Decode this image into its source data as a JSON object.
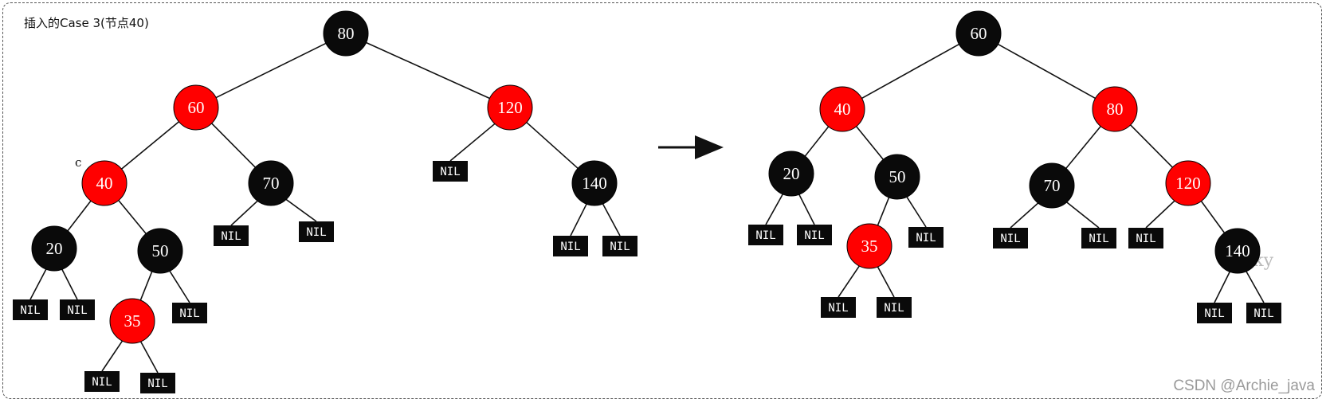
{
  "caption": "插入的Case 3(节点40)",
  "watermark": "CSDN @Archie_java",
  "sky_mark": "sky",
  "c_mark": "c",
  "nil_label": "NIL",
  "colors": {
    "red": "#ff0000",
    "black": "#0a0a0a",
    "edge": "#111111",
    "nil": "#0a0a0a"
  },
  "trees": [
    {
      "name": "before",
      "nodes": [
        {
          "id": "b80",
          "label": "80",
          "color": "black",
          "parent": null
        },
        {
          "id": "b60",
          "label": "60",
          "color": "red",
          "parent": "b80"
        },
        {
          "id": "b120",
          "label": "120",
          "color": "red",
          "parent": "b80"
        },
        {
          "id": "b40",
          "label": "40",
          "color": "red",
          "parent": "b60"
        },
        {
          "id": "b70",
          "label": "70",
          "color": "black",
          "parent": "b60"
        },
        {
          "id": "b20",
          "label": "20",
          "color": "black",
          "parent": "b40"
        },
        {
          "id": "b50",
          "label": "50",
          "color": "black",
          "parent": "b40"
        },
        {
          "id": "b35",
          "label": "35",
          "color": "red",
          "parent": "b50"
        },
        {
          "id": "b140",
          "label": "140",
          "color": "black",
          "parent": "b120"
        },
        {
          "id": "bn1",
          "nil": true,
          "parent": "b20"
        },
        {
          "id": "bn2",
          "nil": true,
          "parent": "b20"
        },
        {
          "id": "bn3",
          "nil": true,
          "parent": "b35"
        },
        {
          "id": "bn4",
          "nil": true,
          "parent": "b35"
        },
        {
          "id": "bn5",
          "nil": true,
          "parent": "b50"
        },
        {
          "id": "bn6",
          "nil": true,
          "parent": "b70"
        },
        {
          "id": "bn7",
          "nil": true,
          "parent": "b70"
        },
        {
          "id": "bn8",
          "nil": true,
          "parent": "b120"
        },
        {
          "id": "bn9",
          "nil": true,
          "parent": "b140"
        },
        {
          "id": "bn10",
          "nil": true,
          "parent": "b140"
        }
      ]
    },
    {
      "name": "after",
      "nodes": [
        {
          "id": "a60",
          "label": "60",
          "color": "black",
          "parent": null
        },
        {
          "id": "a40",
          "label": "40",
          "color": "red",
          "parent": "a60"
        },
        {
          "id": "a80",
          "label": "80",
          "color": "red",
          "parent": "a60"
        },
        {
          "id": "a20",
          "label": "20",
          "color": "black",
          "parent": "a40"
        },
        {
          "id": "a50",
          "label": "50",
          "color": "black",
          "parent": "a40"
        },
        {
          "id": "a35",
          "label": "35",
          "color": "red",
          "parent": "a50"
        },
        {
          "id": "a70",
          "label": "70",
          "color": "black",
          "parent": "a80"
        },
        {
          "id": "a120",
          "label": "120",
          "color": "red",
          "parent": "a80"
        },
        {
          "id": "a140",
          "label": "140",
          "color": "black",
          "parent": "a120"
        },
        {
          "id": "an1",
          "nil": true,
          "parent": "a20"
        },
        {
          "id": "an2",
          "nil": true,
          "parent": "a20"
        },
        {
          "id": "an3",
          "nil": true,
          "parent": "a35"
        },
        {
          "id": "an4",
          "nil": true,
          "parent": "a35"
        },
        {
          "id": "an5",
          "nil": true,
          "parent": "a50"
        },
        {
          "id": "an6",
          "nil": true,
          "parent": "a70"
        },
        {
          "id": "an7",
          "nil": true,
          "parent": "a70"
        },
        {
          "id": "an8",
          "nil": true,
          "parent": "a120"
        },
        {
          "id": "an9",
          "nil": true,
          "parent": "a140"
        },
        {
          "id": "an10",
          "nil": true,
          "parent": "a140"
        }
      ]
    }
  ]
}
